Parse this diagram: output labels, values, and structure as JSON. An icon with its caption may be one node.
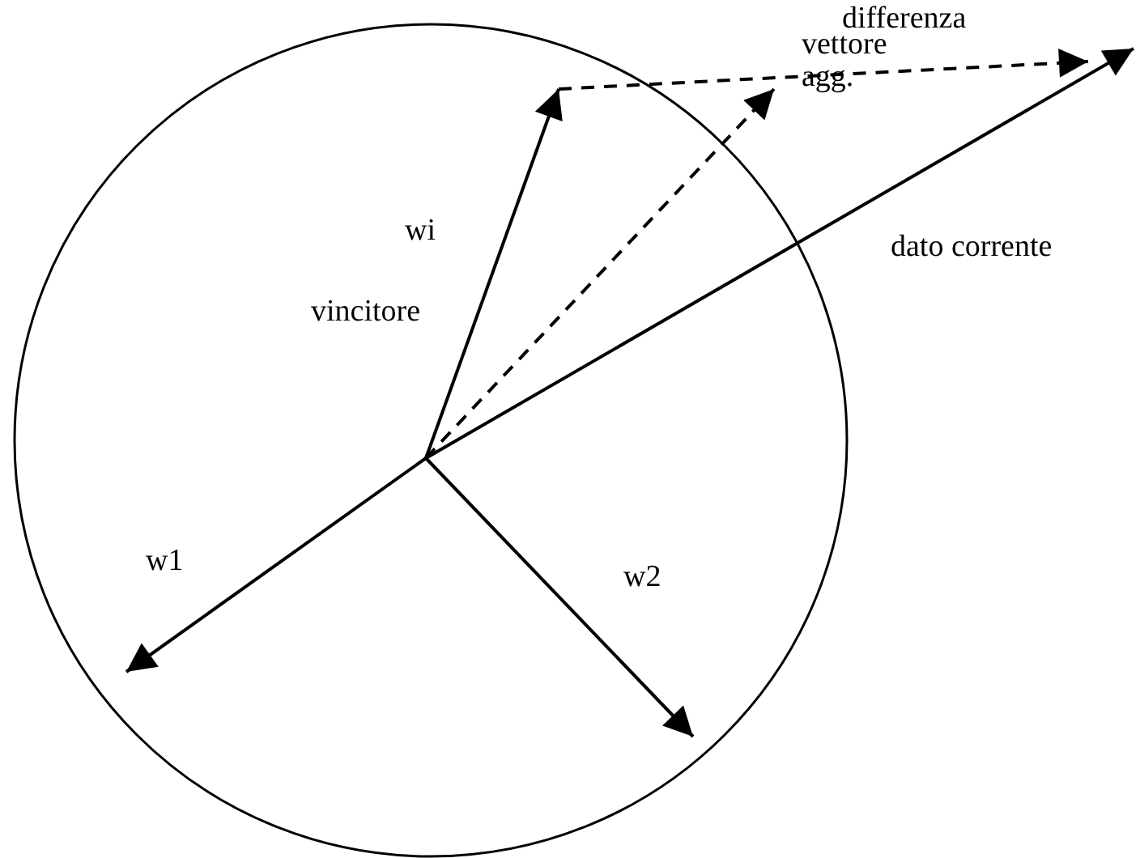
{
  "diagram": {
    "labels": [
      "differenza",
      "vettore agg.",
      "wi",
      "vincitore",
      "dato corrente",
      "w1",
      "w2"
    ]
  }
}
